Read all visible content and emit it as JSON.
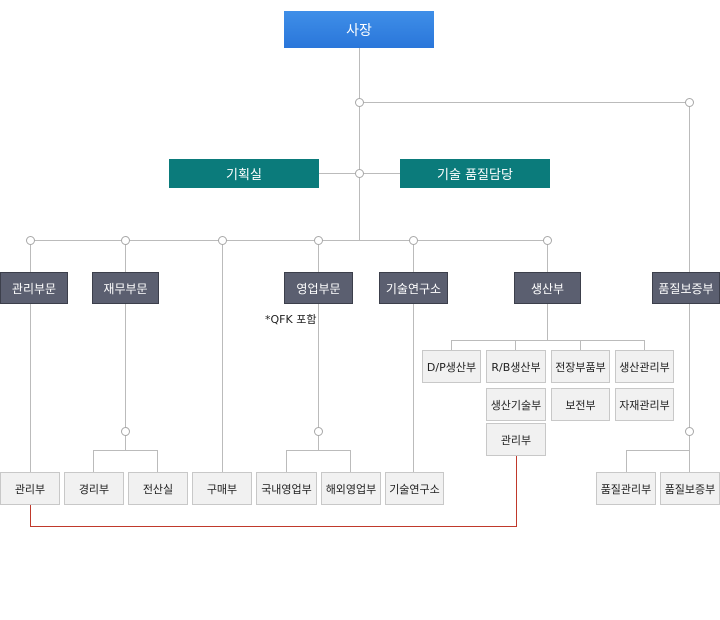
{
  "ceo": "사장",
  "staff": {
    "planning": "기획실",
    "quality_exec": "기술 품질담당"
  },
  "divisions": {
    "admin": "관리부문",
    "finance": "재무부문",
    "sales": "영업부문",
    "research": "기술연구소",
    "production": "생산부",
    "quality": "품질보증부"
  },
  "sales_note": "*QFK 포함",
  "departments": {
    "admin": "관리부",
    "accounting": "경리부",
    "it": "전산실",
    "purchasing": "구매부",
    "domestic_sales": "국내영업부",
    "overseas_sales": "해외영업부",
    "research": "기술연구소",
    "dp_production": "D/P생산부",
    "rb_production": "R/B생산부",
    "electrical_parts": "전장부품부",
    "production_mgmt": "생산관리부",
    "production_tech": "생산기술부",
    "maintenance": "보전부",
    "materials_mgmt": "자재관리부",
    "production_admin": "관리부",
    "quality_mgmt": "품질관리부",
    "quality_assurance": "품질보증부"
  },
  "colors": {
    "connector": "#bbbbbb",
    "highlight_link": "#c0392b",
    "ceo": "#3385e0",
    "staff": "#0b7b7b",
    "division": "#5b5f70"
  }
}
